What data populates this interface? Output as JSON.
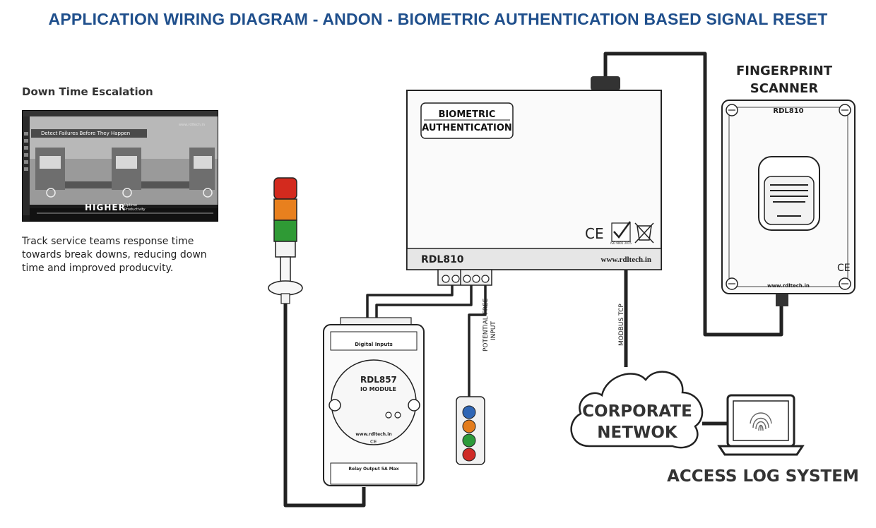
{
  "title": "APPLICATION WIRING DIAGRAM - ANDON - BIOMETRIC AUTHENTICATION BASED SIGNAL RESET",
  "side_panel": {
    "heading": "Down Time Escalation",
    "screenshot": {
      "banner": "Detect Failures Before They Happen",
      "url": "www.rdltech.in",
      "big_word": "HIGHER",
      "small_1": "Uptime",
      "small_2": "Productivity"
    },
    "description": "Track service teams response time towards break downs, reducing down time and improved producvity."
  },
  "controller": {
    "label_line1": "BIOMETRIC",
    "label_line2": "AUTHENTICATION",
    "model": "RDL810",
    "website": "www.rdltech.in",
    "ce_mark": "CE",
    "cert_text": "ISO 9001 2015"
  },
  "scanner": {
    "title_line1": "FINGERPRINT",
    "title_line2": "SCANNER",
    "model": "RDL810",
    "website": "www.rdltech.in",
    "ce_mark": "CE"
  },
  "io_module": {
    "header": "Digital Inputs",
    "model": "RDL857",
    "subtitle": "IO MODULE",
    "website": "www.rdltech.in",
    "footer": "Relay Output 5A Max",
    "ce_mark": "CE"
  },
  "wire_labels": {
    "potential_free_line1": "POTENTIAL FREE",
    "potential_free_line2": "INPUT",
    "modbus": "MODBUS TCP"
  },
  "network": {
    "line1": "CORPORATE",
    "line2": "NETWOK"
  },
  "access_log": {
    "label": "ACCESS LOG SYSTEM"
  },
  "colors": {
    "title": "#1f4f8c",
    "wire": "#222222",
    "tower_red": "#d32a1e",
    "tower_orange": "#e8801e",
    "tower_green": "#2f9a35",
    "button_blue": "#2f66b5",
    "button_orange": "#e37c1c",
    "button_green": "#2c9a3a",
    "button_red": "#cf2a26"
  }
}
